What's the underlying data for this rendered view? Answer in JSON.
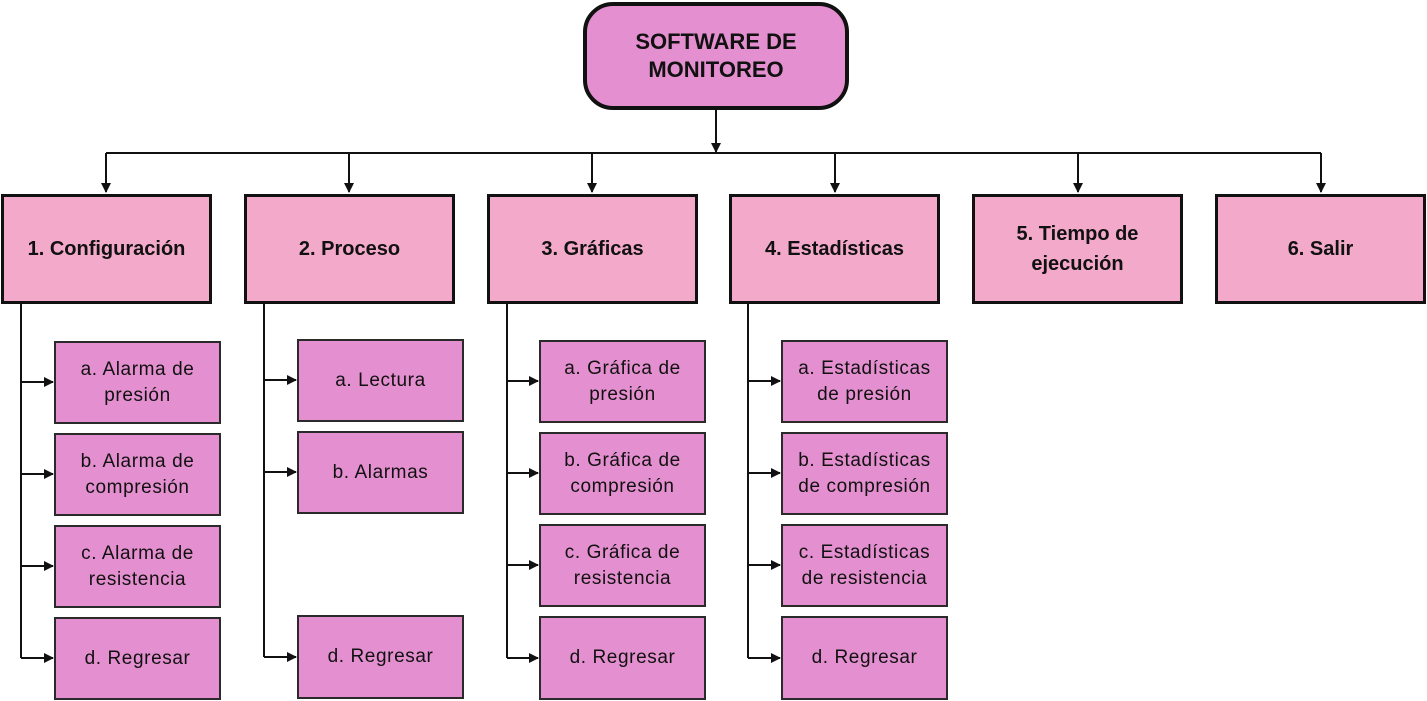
{
  "root": {
    "label": "SOFTWARE DE MONITOREO"
  },
  "menus": [
    {
      "label": "1. Configuración",
      "items": [
        "a. Alarma de presión",
        "b. Alarma de compresión",
        "c. Alarma de resistencia",
        "d. Regresar"
      ]
    },
    {
      "label": "2. Proceso",
      "items": [
        "a. Lectura",
        "b. Alarmas",
        "d. Regresar"
      ]
    },
    {
      "label": "3. Gráficas",
      "items": [
        "a. Gráfica de presión",
        "b. Gráfica de compresión",
        "c. Gráfica de resistencia",
        "d. Regresar"
      ]
    },
    {
      "label": "4. Estadísticas",
      "items": [
        "a. Estadísticas de presión",
        "b. Estadísticas de compresión",
        "c. Estadísticas de resistencia",
        "d. Regresar"
      ]
    },
    {
      "label": "5. Tiempo de ejecución",
      "items": []
    },
    {
      "label": "6. Salir",
      "items": []
    }
  ],
  "colors": {
    "root_fill": "#e48fcf",
    "menu_fill": "#f3a9c9",
    "item_fill": "#e48fcf",
    "line": "#111111"
  }
}
